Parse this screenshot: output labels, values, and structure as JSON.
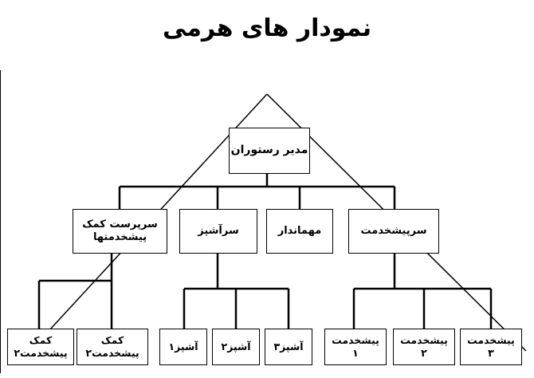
{
  "title": "نمودار های هرمی",
  "colors": {
    "line": "#000000",
    "box": "#ffffff",
    "text": "#000000"
  },
  "nodes": {
    "manager": "مدیر رستوران",
    "asst_service_supervisor": "سرپرست کمک\nپیشخدمتها",
    "head_chef": "سرآشپز",
    "host": "مهماندار",
    "head_waiter": "سرپیشخدمت",
    "asst_waiter_1": "کمک\nپیشخدمت۲",
    "asst_waiter_2": "کمک\nپیشخدمت۲",
    "chef_1": "آشپز۱",
    "chef_2": "آشپز۲",
    "chef_3": "آشپز۳",
    "waiter_1": "پیشخدمت\n۱",
    "waiter_2": "پیشخدمت\n۲",
    "waiter_3": "پیشخدمت\n۳"
  }
}
